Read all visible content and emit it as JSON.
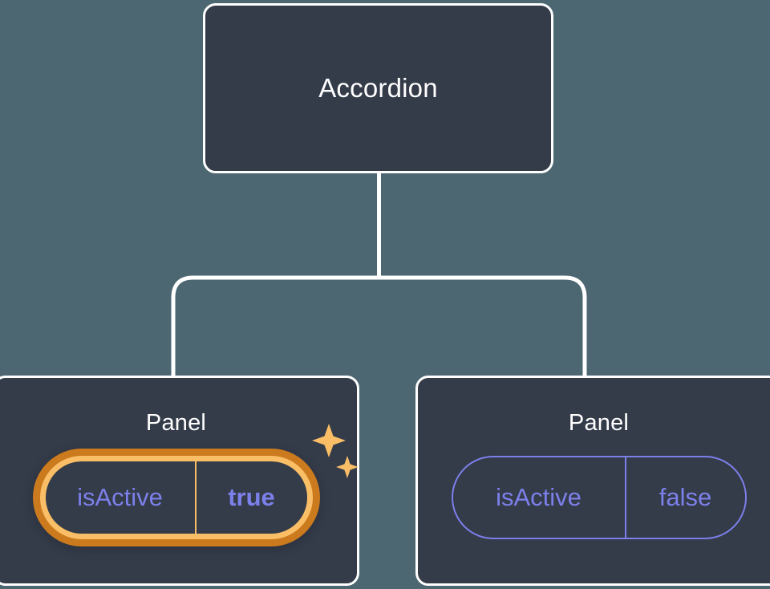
{
  "canvas": {
    "background_color": "#4c6771",
    "node_fill_color": "#343b49",
    "node_border_color": "#ffffff",
    "connector_color": "#ffffff",
    "prop_text_color": "#7c80ea",
    "highlight_outer_color": "#cc7a1e",
    "highlight_inner_color": "#f9be66"
  },
  "tree": {
    "root": {
      "title": "Accordion"
    },
    "children": [
      {
        "title": "Panel",
        "highlighted": true,
        "prop": {
          "key": "isActive",
          "value": "true"
        },
        "sparkle_icon": "sparkles-icon"
      },
      {
        "title": "Panel",
        "highlighted": false,
        "prop": {
          "key": "isActive",
          "value": "false"
        }
      }
    ]
  }
}
